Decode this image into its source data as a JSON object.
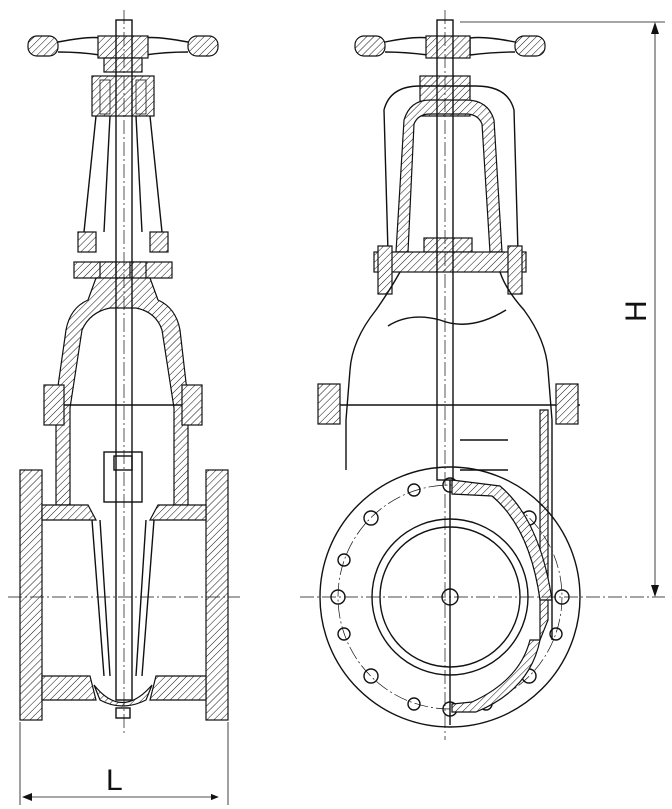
{
  "drawing": {
    "subject": "gate-valve",
    "dimensions": {
      "length_label": "L",
      "height_label": "H"
    },
    "accent_color": "#2a8a3a"
  }
}
